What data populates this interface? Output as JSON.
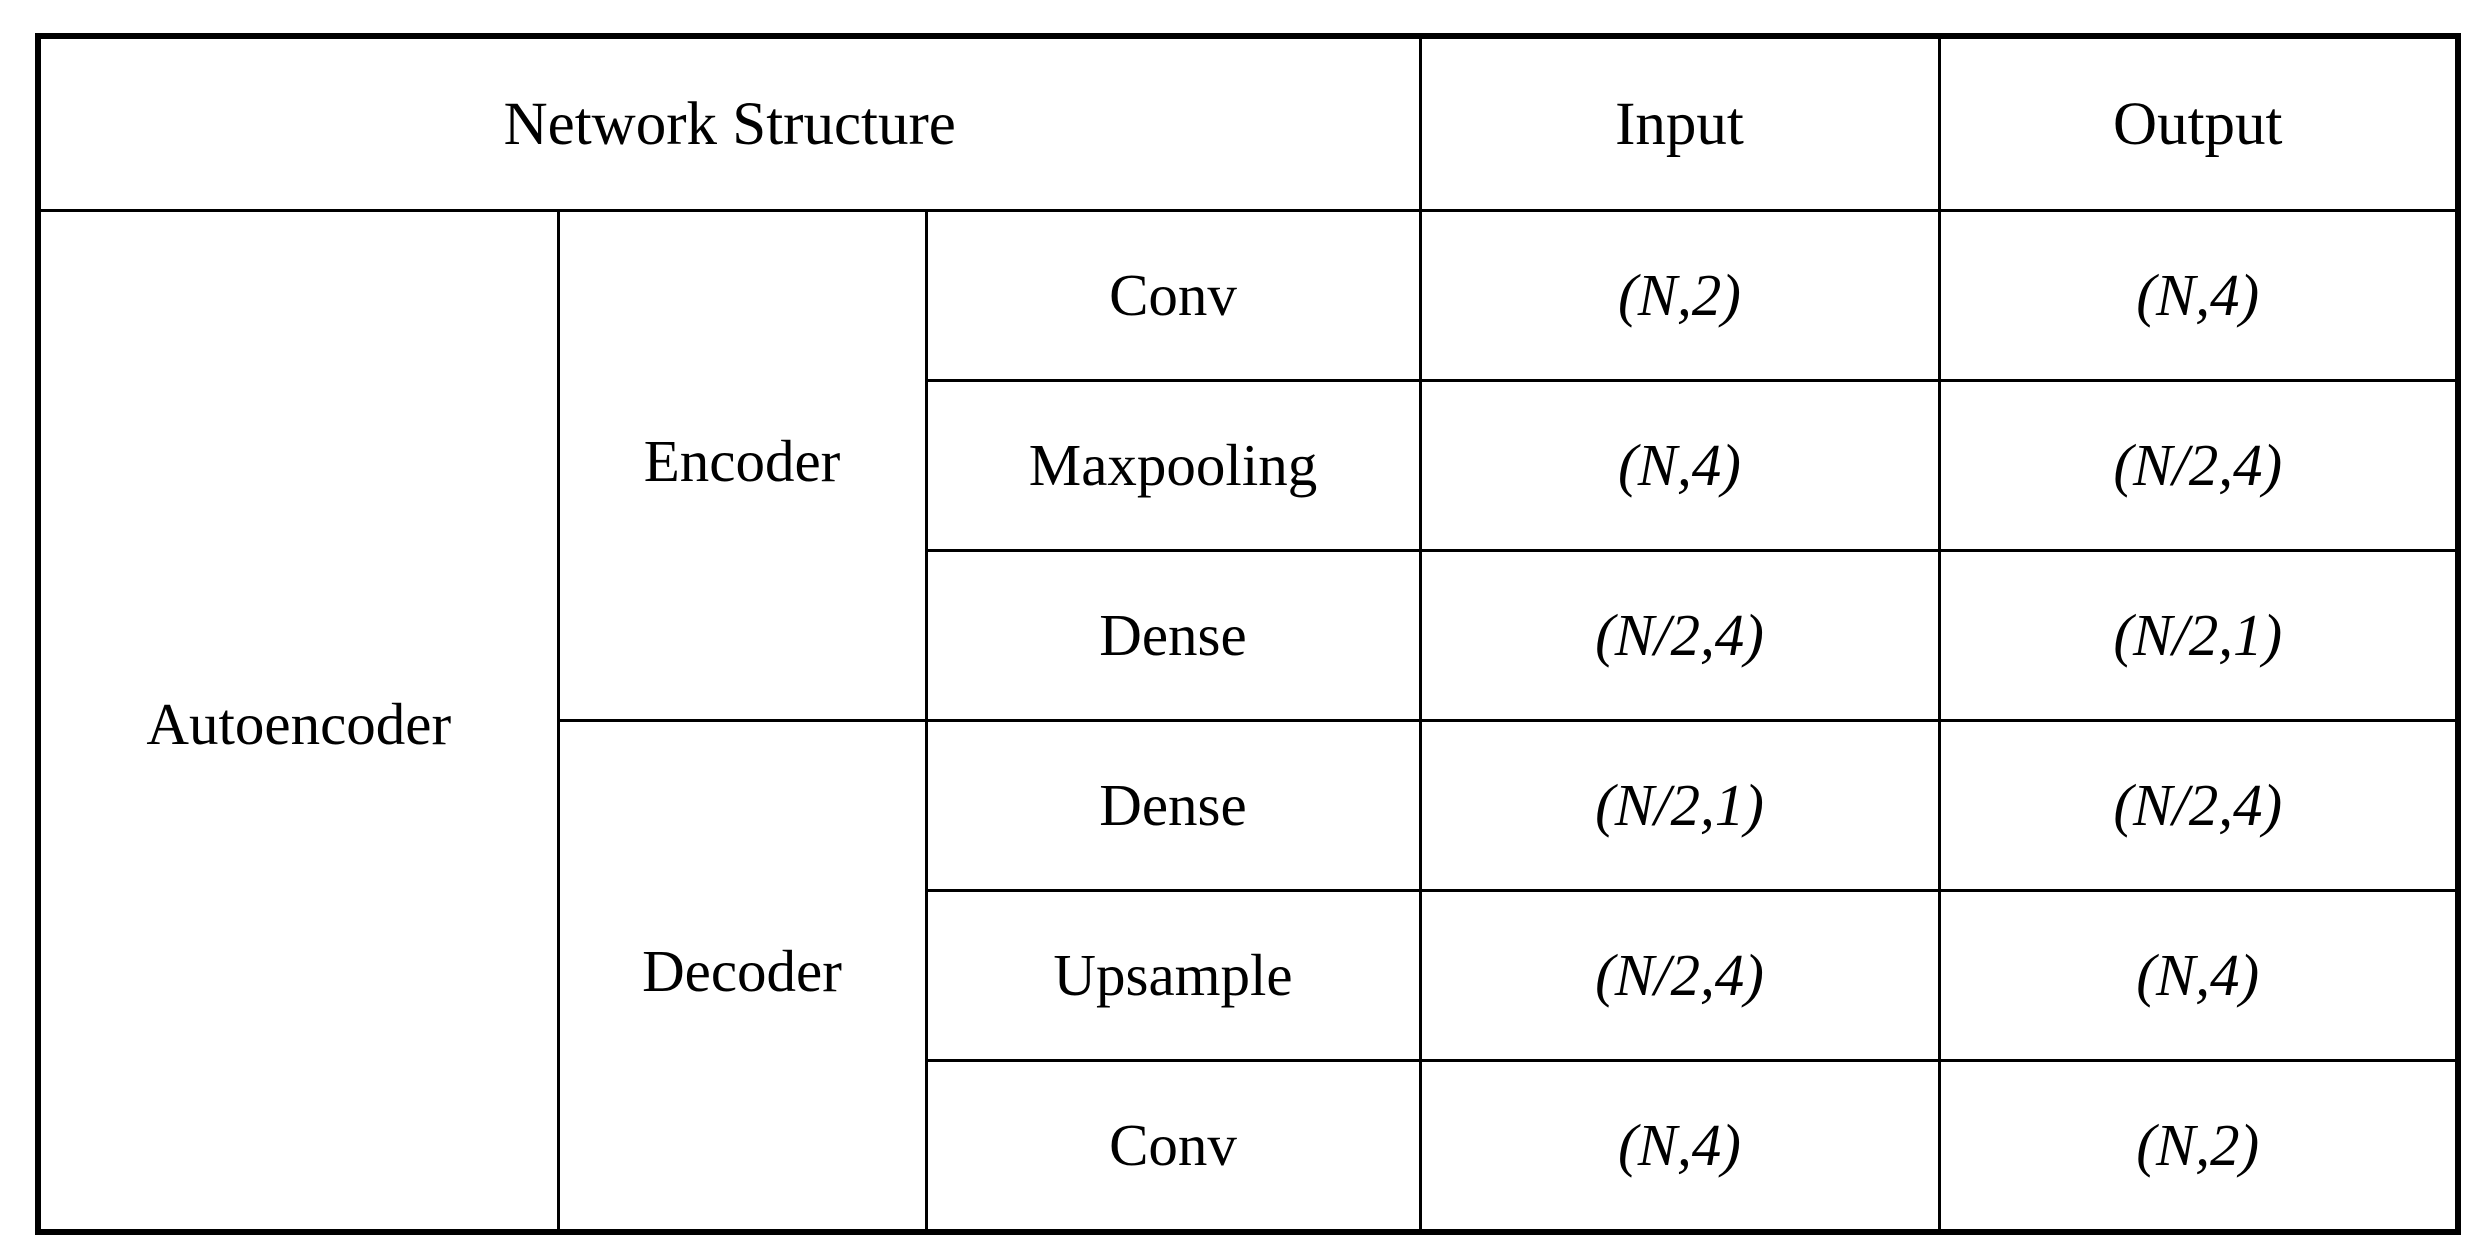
{
  "table": {
    "header": {
      "network_structure": "Network Structure",
      "input": "Input",
      "output": "Output"
    },
    "model": {
      "name": "Autoencoder"
    },
    "parts": [
      {
        "name": "Encoder",
        "rows": 3
      },
      {
        "name": "Decoder",
        "rows": 3
      }
    ],
    "rows": [
      {
        "part": "Encoder",
        "layer": "Conv",
        "input": "(N,2)",
        "output": "(N,4)"
      },
      {
        "part": "Encoder",
        "layer": "Maxpooling",
        "input": "(N,4)",
        "output": "(N/2,4)"
      },
      {
        "part": "Encoder",
        "layer": "Dense",
        "input": "(N/2,4)",
        "output": "(N/2,1)"
      },
      {
        "part": "Decoder",
        "layer": "Dense",
        "input": "(N/2,1)",
        "output": "(N/2,4)"
      },
      {
        "part": "Decoder",
        "layer": "Upsample",
        "input": "(N/2,4)",
        "output": "(N,4)"
      },
      {
        "part": "Decoder",
        "layer": "Conv",
        "input": "(N,4)",
        "output": "(N,2)"
      }
    ]
  }
}
